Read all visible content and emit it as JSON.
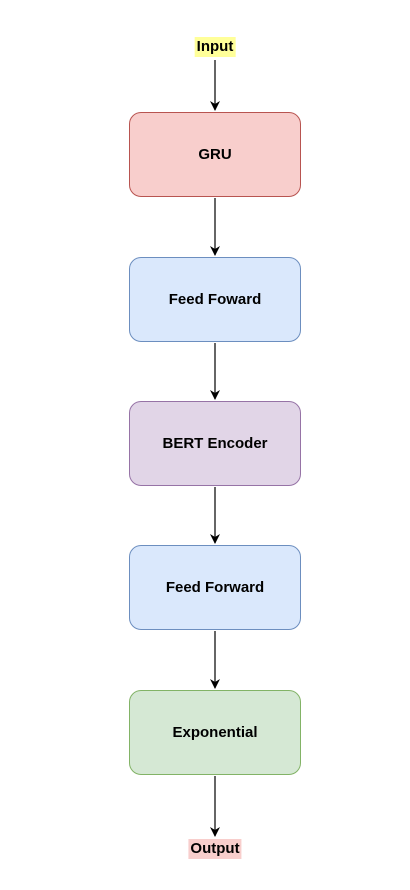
{
  "input": {
    "label": "Input",
    "color": "#ffff99"
  },
  "output": {
    "label": "Output",
    "color": "#f8cecc"
  },
  "blocks": [
    {
      "label": "GRU",
      "fill": "#f8cecc",
      "stroke": "#b85450"
    },
    {
      "label": "Feed Foward",
      "fill": "#dae8fc",
      "stroke": "#6c8ebf"
    },
    {
      "label": "BERT Encoder",
      "fill": "#e1d5e7",
      "stroke": "#9673a6"
    },
    {
      "label": "Feed Forward",
      "fill": "#dae8fc",
      "stroke": "#6c8ebf"
    },
    {
      "label": "Exponential",
      "fill": "#d5e8d4",
      "stroke": "#82b366"
    }
  ],
  "arrow_color": "#000000"
}
